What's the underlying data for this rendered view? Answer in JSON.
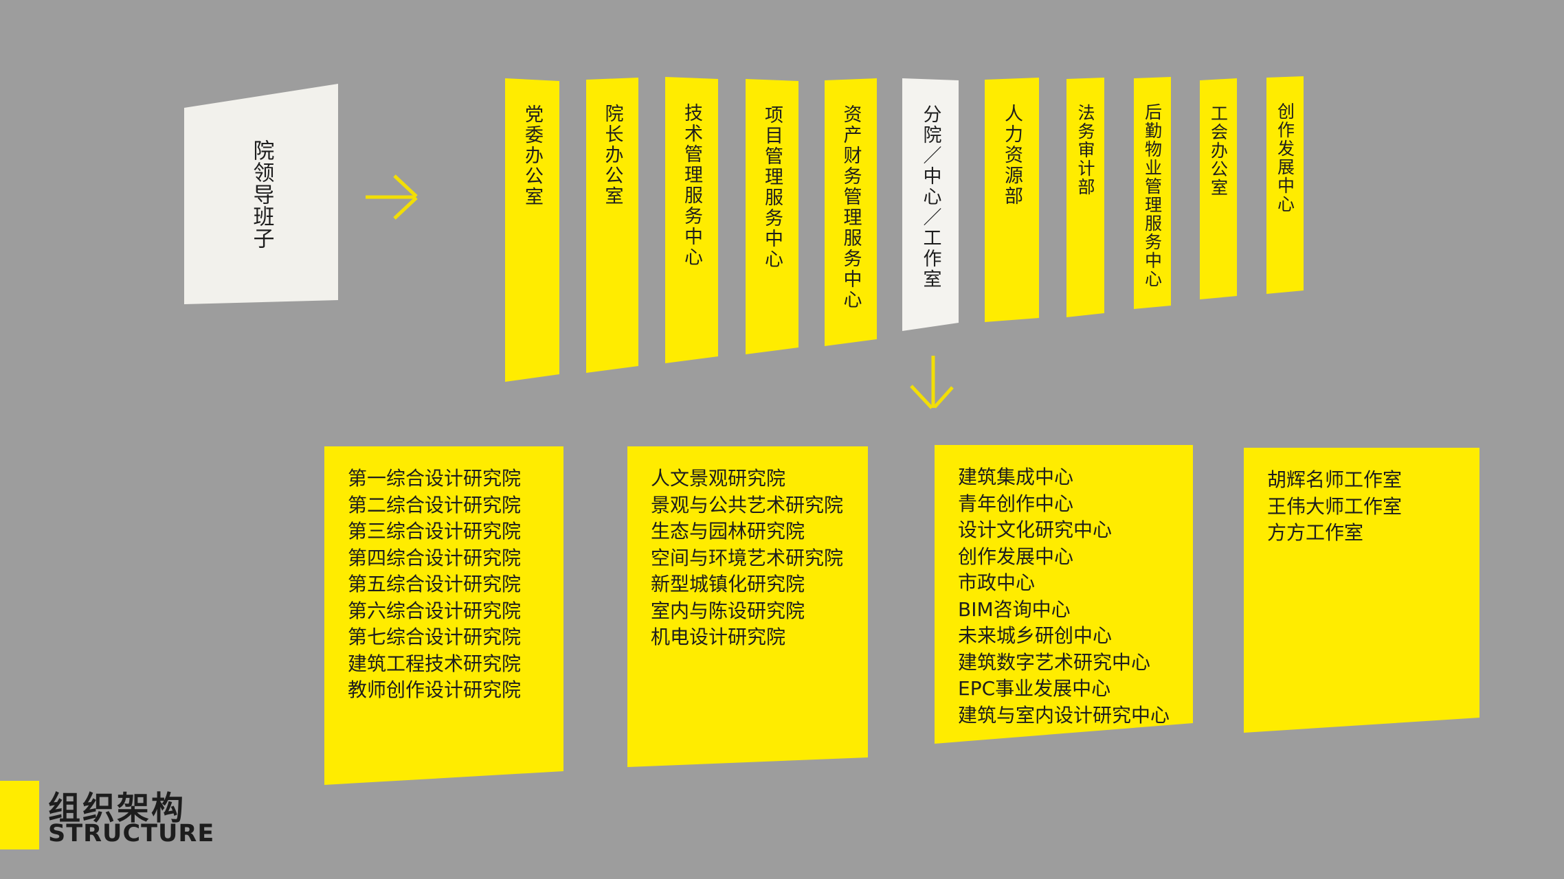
{
  "title": {
    "zh": "组织架构",
    "en": "STRUCTURE"
  },
  "root": {
    "label": "院领导班子"
  },
  "banners": [
    {
      "label": "党委办公室",
      "variant": "yellow"
    },
    {
      "label": "院长办公室",
      "variant": "yellow"
    },
    {
      "label": "技术管理服务中心",
      "variant": "yellow"
    },
    {
      "label": "项目管理服务中心",
      "variant": "yellow"
    },
    {
      "label": "资产财务管理服务中心",
      "variant": "yellow"
    },
    {
      "label": "分院／中心／工作室",
      "variant": "white"
    },
    {
      "label": "人力资源部",
      "variant": "yellow"
    },
    {
      "label": "法务审计部",
      "variant": "yellow"
    },
    {
      "label": "后勤物业管理服务中心",
      "variant": "yellow"
    },
    {
      "label": "工会办公室",
      "variant": "yellow"
    },
    {
      "label": "创作发展中心",
      "variant": "yellow"
    }
  ],
  "groups": [
    {
      "items": [
        "第一综合设计研究院",
        "第二综合设计研究院",
        "第三综合设计研究院",
        "第四综合设计研究院",
        "第五综合设计研究院",
        "第六综合设计研究院",
        "第七综合设计研究院",
        "建筑工程技术研究院",
        "教师创作设计研究院"
      ]
    },
    {
      "items": [
        "人文景观研究院",
        "景观与公共艺术研究院",
        "生态与园林研究院",
        "空间与环境艺术研究院",
        "新型城镇化研究院",
        "室内与陈设研究院",
        "机电设计研究院"
      ]
    },
    {
      "items": [
        "建筑集成中心",
        "青年创作中心",
        "设计文化研究中心",
        "创作发展中心",
        "市政中心",
        "BIM咨询中心",
        "未来城乡研创中心",
        "建筑数字艺术研究中心",
        "EPC事业发展中心",
        "建筑与室内设计研究中心"
      ]
    },
    {
      "items": [
        "胡辉名师工作室",
        "王伟大师工作室",
        "方方工作室"
      ]
    }
  ],
  "icons": {
    "right_arrow": "right-arrow",
    "down_arrow": "down-arrow"
  },
  "colors": {
    "background": "#9d9d9d",
    "banner_yellow": "#ffec00",
    "panel_white": "#f2f1ec",
    "text_black": "#1d1d1d",
    "arrow_yellow": "#f2de06"
  }
}
